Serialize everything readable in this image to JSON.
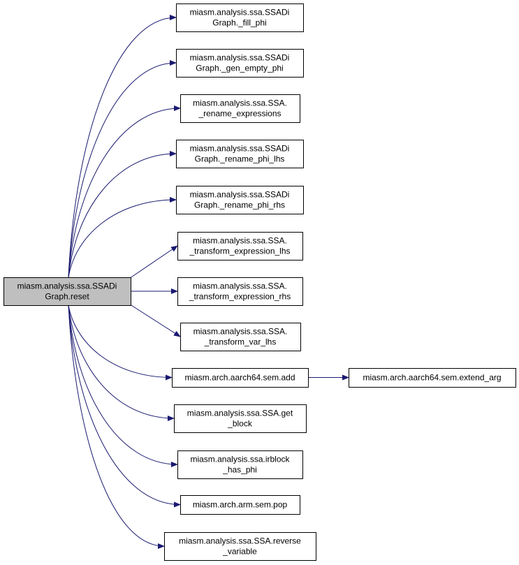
{
  "graph": {
    "edge_color": "#191970",
    "root_fill": "#bfbfbf",
    "nodes": [
      {
        "id": "root",
        "lines": [
          "miasm.analysis.ssa.SSADi",
          "Graph.reset"
        ]
      },
      {
        "id": "n1",
        "lines": [
          "miasm.analysis.ssa.SSADi",
          "Graph._fill_phi"
        ]
      },
      {
        "id": "n2",
        "lines": [
          "miasm.analysis.ssa.SSADi",
          "Graph._gen_empty_phi"
        ]
      },
      {
        "id": "n3",
        "lines": [
          "miasm.analysis.ssa.SSA.",
          "_rename_expressions"
        ]
      },
      {
        "id": "n4",
        "lines": [
          "miasm.analysis.ssa.SSADi",
          "Graph._rename_phi_lhs"
        ]
      },
      {
        "id": "n5",
        "lines": [
          "miasm.analysis.ssa.SSADi",
          "Graph._rename_phi_rhs"
        ]
      },
      {
        "id": "n6",
        "lines": [
          "miasm.analysis.ssa.SSA.",
          "_transform_expression_lhs"
        ]
      },
      {
        "id": "n7",
        "lines": [
          "miasm.analysis.ssa.SSA.",
          "_transform_expression_rhs"
        ]
      },
      {
        "id": "n8",
        "lines": [
          "miasm.analysis.ssa.SSA.",
          "_transform_var_lhs"
        ]
      },
      {
        "id": "n9",
        "lines": [
          "miasm.arch.aarch64.sem.add"
        ]
      },
      {
        "id": "n10",
        "lines": [
          "miasm.arch.aarch64.sem.extend_arg"
        ]
      },
      {
        "id": "n11",
        "lines": [
          "miasm.analysis.ssa.SSA.get",
          "_block"
        ]
      },
      {
        "id": "n12",
        "lines": [
          "miasm.analysis.ssa.irblock",
          "_has_phi"
        ]
      },
      {
        "id": "n13",
        "lines": [
          "miasm.arch.arm.sem.pop"
        ]
      },
      {
        "id": "n14",
        "lines": [
          "miasm.analysis.ssa.SSA.reverse",
          "_variable"
        ]
      }
    ],
    "edges": [
      [
        "root",
        "n1"
      ],
      [
        "root",
        "n2"
      ],
      [
        "root",
        "n3"
      ],
      [
        "root",
        "n4"
      ],
      [
        "root",
        "n5"
      ],
      [
        "root",
        "n6"
      ],
      [
        "root",
        "n7"
      ],
      [
        "root",
        "n8"
      ],
      [
        "root",
        "n9"
      ],
      [
        "root",
        "n11"
      ],
      [
        "root",
        "n12"
      ],
      [
        "root",
        "n13"
      ],
      [
        "root",
        "n14"
      ],
      [
        "n9",
        "n10"
      ]
    ]
  }
}
